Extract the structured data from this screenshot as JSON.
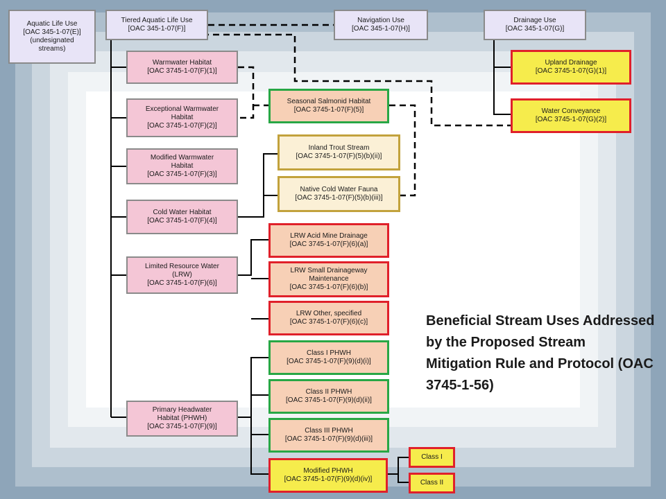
{
  "top_boxes": {
    "aquatic_life": [
      "Aquatic Life Use",
      "[OAC 345-1-07(E)]",
      "(undesignated",
      "streams)"
    ],
    "tiered": [
      "Tiered Aquatic Life Use",
      "[OAC 345-1-07(F)]"
    ],
    "navigation": [
      "Navigation Use",
      "[OAC 345-1-07(H)]"
    ],
    "drainage": [
      "Drainage Use",
      "[OAC 345-1-07(G)]"
    ]
  },
  "tiered_children": {
    "warmwater": [
      "Warmwater Habitat",
      "[OAC 3745-1-07(F)(1)]"
    ],
    "exceptional": [
      "Exceptional Warmwater",
      "Habitat",
      "[OAC 3745-1-07(F)(2)]"
    ],
    "modified_ww": [
      "Modified Warmwater",
      "Habitat",
      "[OAC 3745-1-07(F)(3)]"
    ],
    "cold_water": [
      "Cold Water Habitat",
      "[OAC 3745-1-07(F)(4)]"
    ],
    "lrw": [
      "Limited Resource Water",
      "(LRW)",
      "[OAC 3745-1-07(F)(6)]"
    ],
    "phwh": [
      "Primary Headwater",
      "Habitat (PHWH)",
      "[OAC 3745-1-07(F)(9)]"
    ]
  },
  "seasonal_salmonid": [
    "Seasonal Salmonid Habitat",
    "[OAC 3745-1-07(F)(5)]"
  ],
  "cold_water_children": {
    "inland_trout": [
      "Inland Trout Stream",
      "[OAC 3745-1-07(F)(5)(b)(ii)]"
    ],
    "native_cold": [
      "Native Cold Water Fauna",
      "[OAC 3745-1-07(F)(5)(b)(iii)]"
    ]
  },
  "lrw_children": {
    "acid_mine": [
      "LRW Acid Mine Drainage",
      "[OAC 3745-1-07(F)(6)(a)]"
    ],
    "small_drainage": [
      "LRW Small Drainageway",
      "Maintenance",
      "[OAC 3745-1-07(F)(6)(b)]"
    ],
    "other": [
      "LRW Other, specified",
      "[OAC 3745-1-07(F)(6)(c)]"
    ]
  },
  "phwh_children": {
    "class1": [
      "Class I PHWH",
      "[OAC 3745-1-07(F)(9)(d)(i)]"
    ],
    "class2": [
      "Class II PHWH",
      "[OAC 3745-1-07(F)(9)(d)(ii)]"
    ],
    "class3": [
      "Class III PHWH",
      "[OAC 3745-1-07(F)(9)(d)(iii)]"
    ],
    "modified": [
      "Modified PHWH",
      "[OAC 3745-1-07(F)(9)(d)(iv)]"
    ]
  },
  "modified_phwh_children": {
    "class_i": [
      "Class I"
    ],
    "class_ii": [
      "Class II"
    ]
  },
  "drainage_children": {
    "upland": [
      "Upland Drainage",
      "[OAC 3745-1-07(G)(1)]"
    ],
    "conveyance": [
      "Water Conveyance",
      "[OAC 3745-1-07(G)(2)]"
    ]
  },
  "title_text": "Beneficial Stream Uses Addressed by the Proposed Stream Mitigation Rule and Protocol (OAC 3745-1-56)",
  "colors": {
    "line": "#000000",
    "lavender": "#e8e4f7",
    "pink": "#f4c6d6",
    "peach": "#f7d0b6",
    "cream": "#fbf0d6",
    "yellow": "#f6ec4c",
    "green_border": "#28a745",
    "gold_border": "#c2a23c",
    "red_border": "#e0202a"
  }
}
